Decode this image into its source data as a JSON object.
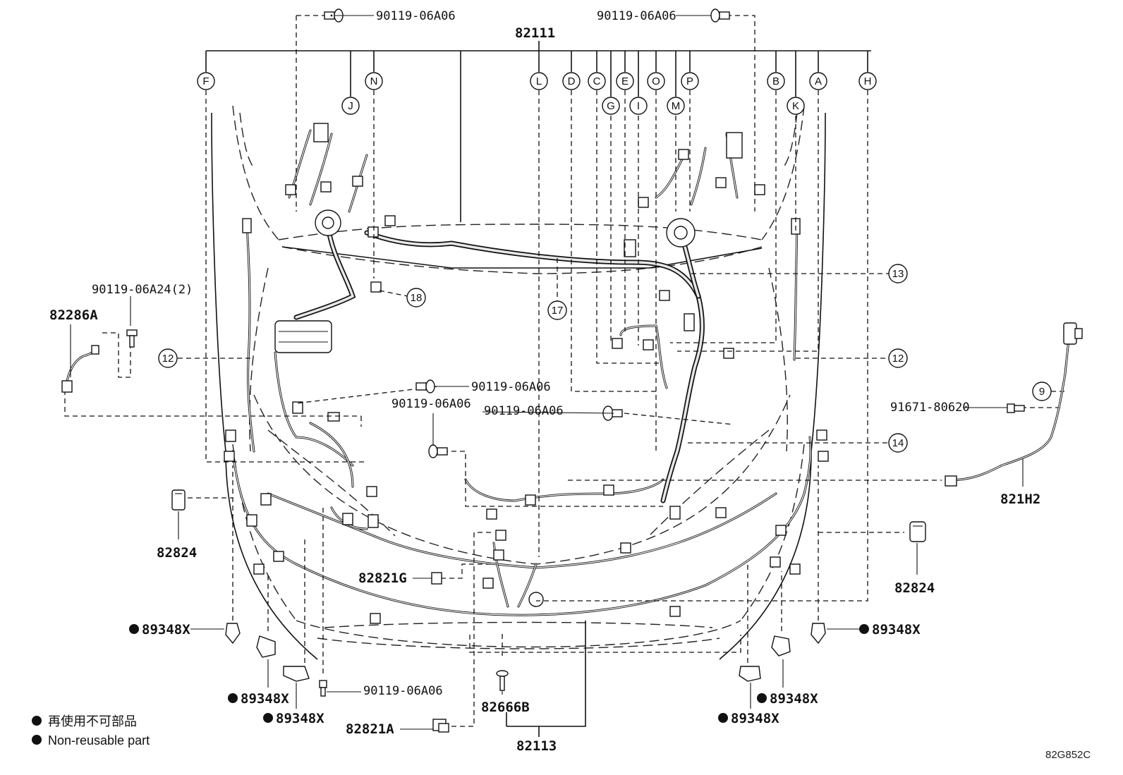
{
  "diagram": {
    "ref_code": "82G852C",
    "legend": {
      "jp": "再使用不可部品",
      "en": "Non-reusable part"
    },
    "parts": {
      "main_harness": "82111",
      "lower_harness": "82113",
      "clamp_top_left": "90119-06A06",
      "clamp_top_right": "90119-06A06",
      "bolt_left_pair": "90119-06A24(2)",
      "harness_side_left": "82286A",
      "clamp_mid_1": "90119-06A06",
      "clamp_mid_2": "90119-06A06",
      "clamp_mid_3": "90119-06A06",
      "clamp_bottom": "90119-06A06",
      "screw_right": "91671-80620",
      "sensor_harness_right": "821H2",
      "connector_left": "82824",
      "connector_right": "82824",
      "connector_center": "82821G",
      "connector_bottom": "82821A",
      "clip_center": "82666B",
      "clip_left_1": "89348X",
      "clip_left_2": "89348X",
      "clip_left_3": "89348X",
      "clip_right_1": "89348X",
      "clip_right_2": "89348X",
      "clip_right_3": "89348X"
    },
    "callouts_letters": [
      "F",
      "J",
      "N",
      "L",
      "D",
      "C",
      "G",
      "E",
      "I",
      "O",
      "M",
      "P",
      "B",
      "K",
      "A",
      "H"
    ],
    "callouts_numbers": {
      "c13": "13",
      "c17": "17",
      "c18": "18",
      "c12_left": "12",
      "c12_right": "12",
      "c14": "14",
      "c9": "9"
    }
  }
}
